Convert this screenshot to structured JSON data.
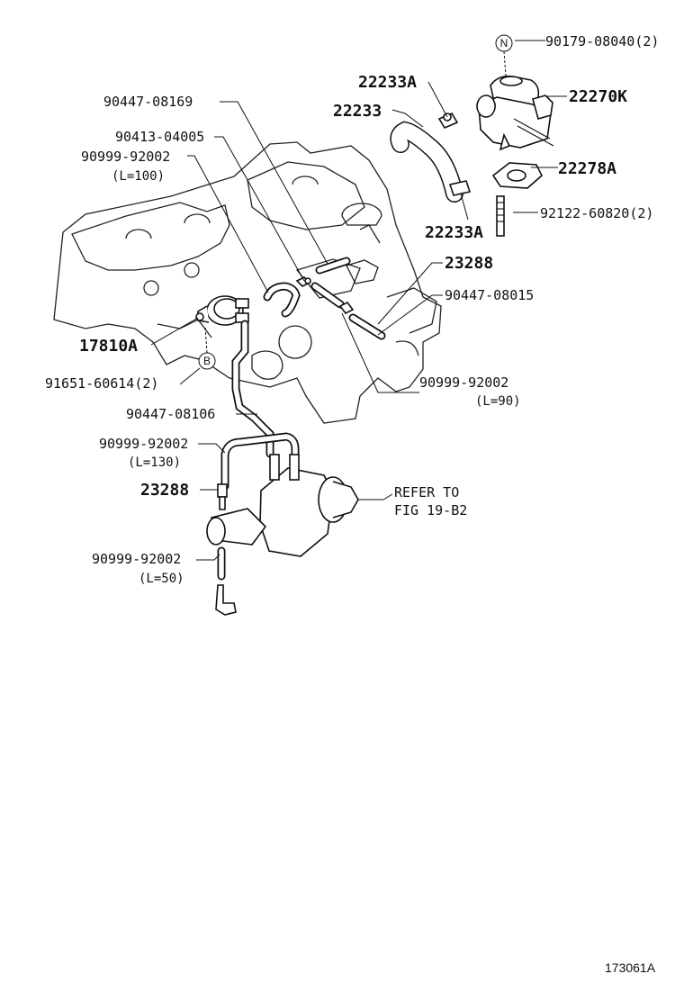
{
  "labels": {
    "p90179": "90179-08040(2)",
    "p22270K": "22270K",
    "p22233A_top": "22233A",
    "p22233": "22233",
    "p22278A": "22278A",
    "p92122": "92122-60820(2)",
    "p22233A_bot": "22233A",
    "p90447_08169": "90447-08169",
    "p90413": "90413-04005",
    "p90999_100": "90999-92002",
    "p90999_100_len": "(L=100)",
    "p23288_top": "23288",
    "p90447_08015": "90447-08015",
    "p17810A": "17810A",
    "p91651": "91651-60614(2)",
    "p90999_90": "90999-92002",
    "p90999_90_len": "(L=90)",
    "p90447_08106": "90447-08106",
    "p90999_130": "90999-92002",
    "p90999_130_len": "(L=130)",
    "p23288_bot": "23288",
    "refer_line1": "REFER TO",
    "refer_line2": "FIG 19-B2",
    "p90999_50": "90999-92002",
    "p90999_50_len": "(L=50)",
    "figure_id": "173061A"
  },
  "badges": {
    "n": "N",
    "b": "B"
  }
}
